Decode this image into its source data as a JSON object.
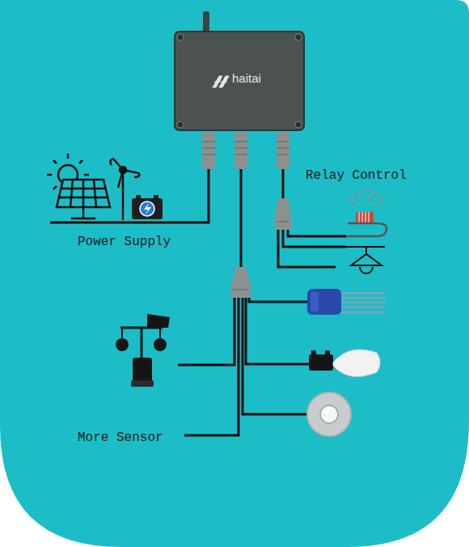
{
  "diagram": {
    "nodes": [
      {
        "text": [
          "haitai"
        ]
      }
    ],
    "labels": [
      "Relay Control",
      "Power Supply",
      "More Sensor"
    ]
  }
}
